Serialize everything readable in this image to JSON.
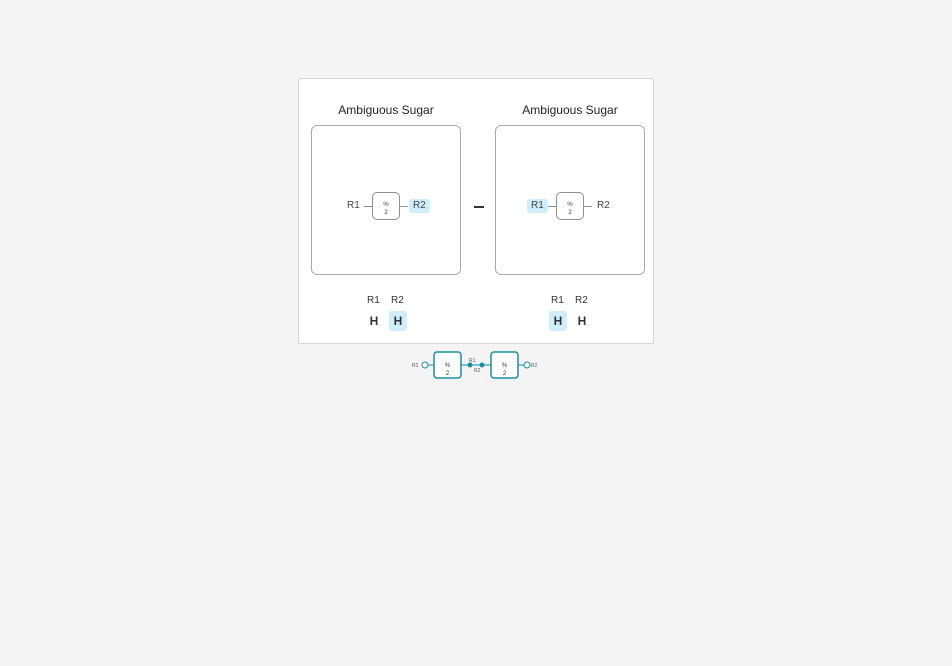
{
  "panels": [
    {
      "title": "Ambiguous Sugar",
      "r1_label": "R1",
      "r2_label": "R2",
      "node_top": "%",
      "node_bottom": "2",
      "highlight": "R2",
      "subs_heads": [
        "R1",
        "R2"
      ],
      "subs_values": [
        "H",
        "H"
      ],
      "subs_highlight": "R2"
    },
    {
      "title": "Ambiguous Sugar",
      "r1_label": "R1",
      "r2_label": "R2",
      "node_top": "%",
      "node_bottom": "2",
      "highlight": "R1",
      "subs_heads": [
        "R1",
        "R2"
      ],
      "subs_values": [
        "H",
        "H"
      ],
      "subs_highlight": "R1"
    }
  ],
  "chain": {
    "left_label": "R1",
    "right_label": "R2",
    "mid_top_label": "R1",
    "mid_bottom_label": "R2",
    "node_top": "%",
    "node_bottom": "2",
    "accent": "#1a8fa0"
  },
  "colors": {
    "highlight": "#cdeefa",
    "border": "#a9a9a9"
  }
}
